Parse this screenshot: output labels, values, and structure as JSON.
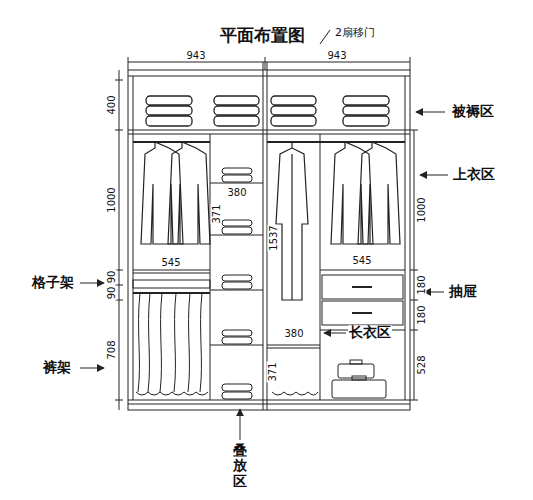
{
  "diagram": {
    "title": "平面布置图",
    "labels": [
      "2扇移门",
      "943",
      "943",
      "400",
      "1000",
      "90",
      "90",
      "708",
      "380",
      "371",
      "545",
      "1537",
      "545",
      "1000",
      "180",
      "180",
      "528",
      "380",
      "371",
      "被褥区",
      "上衣区",
      "格子架",
      "抽屉",
      "长衣区",
      "裤架",
      "叠放区"
    ]
  }
}
